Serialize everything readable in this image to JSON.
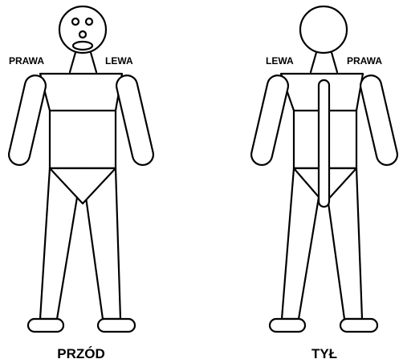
{
  "front": {
    "caption": "PRZÓD",
    "left_label": "PRAWA",
    "right_label": "LEWA"
  },
  "back": {
    "caption": "TYŁ",
    "left_label": "LEWA",
    "right_label": "PRAWA"
  }
}
